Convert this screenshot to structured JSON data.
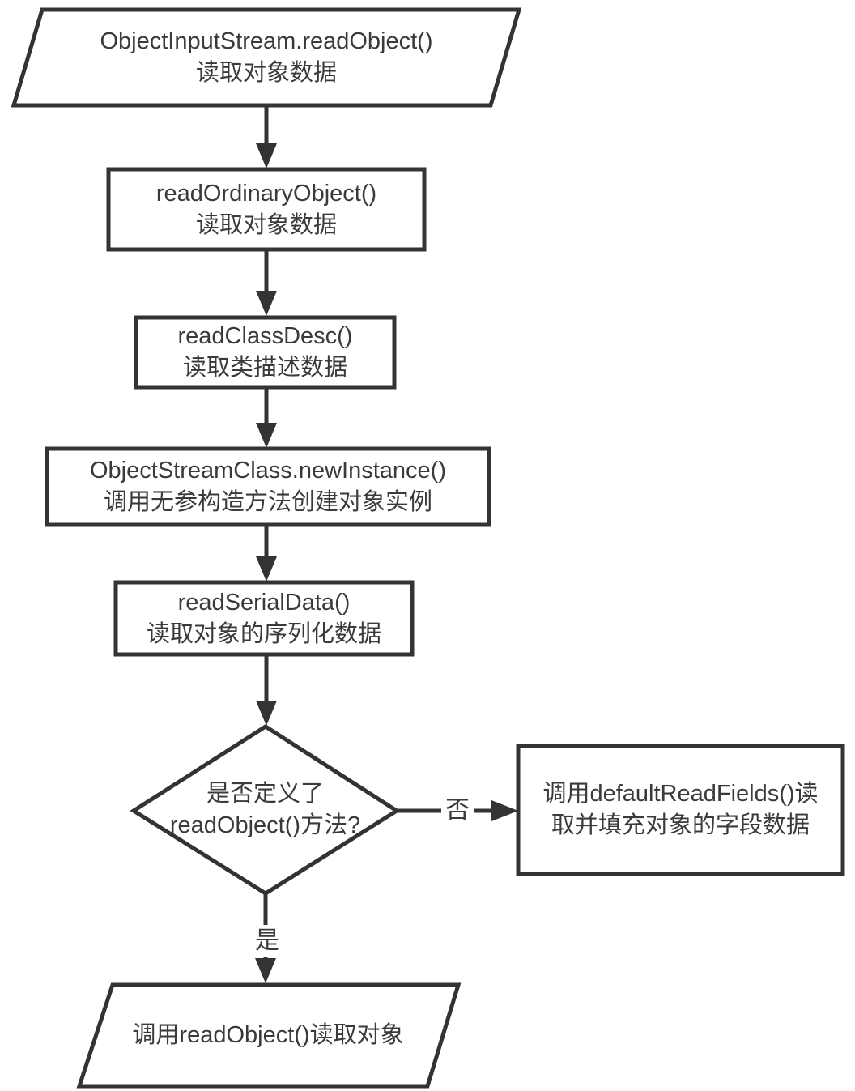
{
  "diagram_type": "flowchart",
  "colors": {
    "stroke": "#333333",
    "text": "#3a3a3a",
    "canvas_background": "#ffffff"
  },
  "nodes": {
    "start": {
      "shape": "parallelogram",
      "lines": [
        "ObjectInputStream.readObject()",
        "读取对象数据"
      ]
    },
    "read_ordinary_object": {
      "shape": "rectangle",
      "lines": [
        "readOrdinaryObject()",
        "读取对象数据"
      ]
    },
    "read_class_desc": {
      "shape": "rectangle",
      "lines": [
        "readClassDesc()",
        "读取类描述数据"
      ]
    },
    "new_instance": {
      "shape": "rectangle",
      "lines": [
        "ObjectStreamClass.newInstance()",
        "调用无参构造方法创建对象实例"
      ]
    },
    "read_serial_data": {
      "shape": "rectangle",
      "lines": [
        "readSerialData()",
        "读取对象的序列化数据"
      ]
    },
    "decision": {
      "shape": "diamond",
      "lines": [
        "是否定义了",
        "readObject()方法?"
      ]
    },
    "default_read_fields": {
      "shape": "rectangle",
      "lines": [
        "调用defaultReadFields()读",
        "取并填充对象的字段数据"
      ]
    },
    "call_read_object": {
      "shape": "parallelogram",
      "lines": [
        "调用readObject()读取对象"
      ]
    }
  },
  "edges": {
    "no_label": "否",
    "yes_label": "是"
  }
}
